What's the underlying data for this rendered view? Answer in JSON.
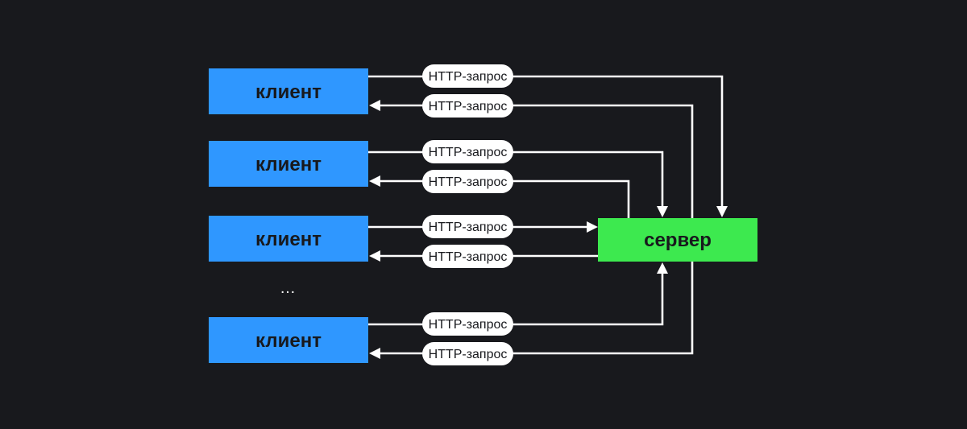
{
  "colors": {
    "background": "#18191d",
    "client": "#2f97ff",
    "server": "#3de94f",
    "line": "#ffffff",
    "text_dark": "#18191d"
  },
  "clients": [
    {
      "label": "клиент",
      "request_label": "HTTP-запрос",
      "response_label": "HTTP-запрос"
    },
    {
      "label": "клиент",
      "request_label": "HTTP-запрос",
      "response_label": "HTTP-запрос"
    },
    {
      "label": "клиент",
      "request_label": "HTTP-запрос",
      "response_label": "HTTP-запрос"
    },
    {
      "label": "клиент",
      "request_label": "HTTP-запрос",
      "response_label": "HTTP-запрос"
    }
  ],
  "ellipsis": "…",
  "server": {
    "label": "сервер"
  }
}
